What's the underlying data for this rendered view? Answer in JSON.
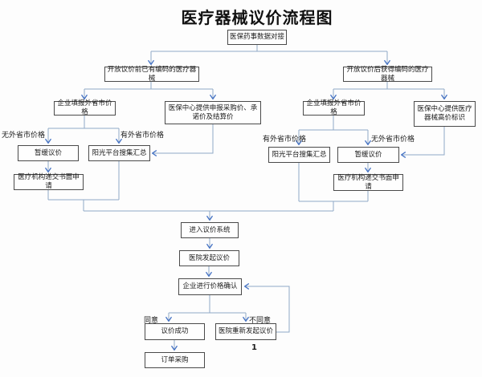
{
  "page": {
    "title": "医疗器械议价流程图",
    "page_number": "1"
  },
  "colors": {
    "line": "#90a9c7",
    "arrow": "#4472c4",
    "box_border": "#4a4a4a",
    "text": "#1a1a1a"
  },
  "nodes": {
    "dock": {
      "label": "医保药事数据对接"
    },
    "open_before": {
      "label": "开放议价前已有编码的医疗器械"
    },
    "open_after": {
      "label": "开放议价后获得编码的医疗器械"
    },
    "fill_left": {
      "label": "企业填报外省市价格"
    },
    "center_prices": {
      "label": "医保中心提供申报采购价、承诺价及结算价"
    },
    "fill_right": {
      "label": "企业填报外省市价格"
    },
    "high_price_flag": {
      "label": "医保中心提供医疗器械高价标识"
    },
    "suspend_left": {
      "label": "暂缓议价"
    },
    "sunshine_left": {
      "label": "阳光平台搜集汇总"
    },
    "sunshine_right": {
      "label": "阳光平台搜集汇总"
    },
    "suspend_right": {
      "label": "暂缓议价"
    },
    "written_left": {
      "label": "医疗机构递交书面申请"
    },
    "written_right": {
      "label": "医疗机构递交书面申请"
    },
    "enter_system": {
      "label": "进入议价系统"
    },
    "hospital_initiate": {
      "label": "医院发起议价"
    },
    "enterprise_confirm": {
      "label": "企业进行价格确认"
    },
    "success": {
      "label": "议价成功"
    },
    "reinitiate": {
      "label": "医院重新发起议价"
    },
    "order": {
      "label": "订单采购"
    }
  },
  "edge_labels": {
    "no_price_left": "无外省市价格",
    "has_price_left": "有外省市价格",
    "has_price_right": "有外省市价格",
    "no_price_right": "无外省市价格",
    "agree": "同意",
    "disagree": "不同意"
  }
}
